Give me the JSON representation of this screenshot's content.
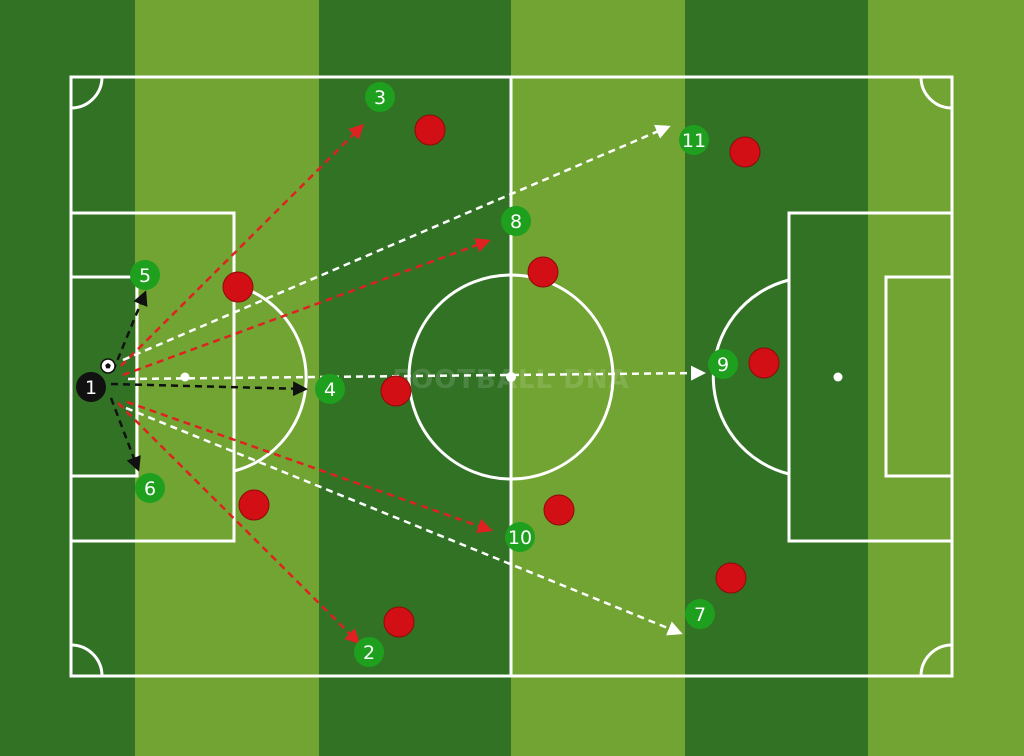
{
  "diagram": {
    "watermark": "FOOTBALL DNA",
    "colors": {
      "stripe_dark": "#317225",
      "stripe_light": "#71a432",
      "line": "#ffffff",
      "team_player": "#1ea01e",
      "opponent": "#d10f14",
      "goalkeeper": "#111111",
      "pass_red": "#e02121",
      "pass_white": "#ffffff",
      "pass_black": "#111111"
    },
    "goalkeeper": {
      "label": "1"
    },
    "team_players": [
      {
        "label": "2"
      },
      {
        "label": "3"
      },
      {
        "label": "4"
      },
      {
        "label": "5"
      },
      {
        "label": "6"
      },
      {
        "label": "7"
      },
      {
        "label": "8"
      },
      {
        "label": "9"
      },
      {
        "label": "10"
      },
      {
        "label": "11"
      }
    ],
    "opponent_count": 10,
    "passes": [
      {
        "target": "3",
        "color": "red"
      },
      {
        "target": "8",
        "color": "red"
      },
      {
        "target": "10",
        "color": "red"
      },
      {
        "target": "2",
        "color": "red"
      },
      {
        "target": "11",
        "color": "white"
      },
      {
        "target": "9",
        "color": "white"
      },
      {
        "target": "7",
        "color": "white"
      },
      {
        "target": "5",
        "color": "black"
      },
      {
        "target": "4",
        "color": "black"
      },
      {
        "target": "6",
        "color": "black"
      }
    ]
  }
}
